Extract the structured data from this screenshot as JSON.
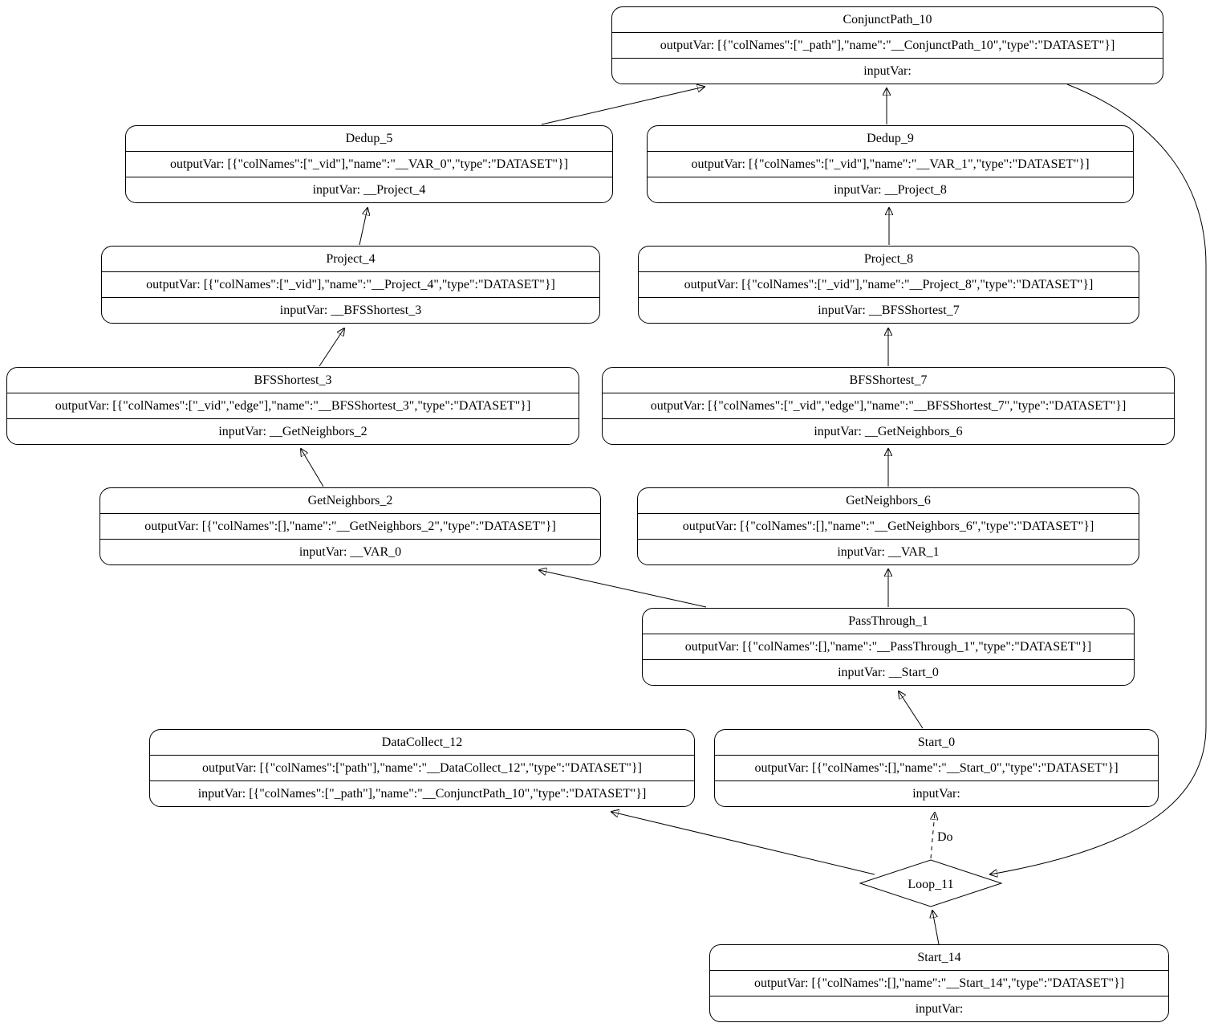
{
  "nodes": [
    {
      "title": "ConjunctPath_10",
      "output": "outputVar: [{\"colNames\":[\"_path\"],\"name\":\"__ConjunctPath_10\",\"type\":\"DATASET\"}]",
      "input": "inputVar:"
    },
    {
      "title": "Dedup_5",
      "output": "outputVar: [{\"colNames\":[\"_vid\"],\"name\":\"__VAR_0\",\"type\":\"DATASET\"}]",
      "input": "inputVar: __Project_4"
    },
    {
      "title": "Dedup_9",
      "output": "outputVar: [{\"colNames\":[\"_vid\"],\"name\":\"__VAR_1\",\"type\":\"DATASET\"}]",
      "input": "inputVar: __Project_8"
    },
    {
      "title": "Project_4",
      "output": "outputVar: [{\"colNames\":[\"_vid\"],\"name\":\"__Project_4\",\"type\":\"DATASET\"}]",
      "input": "inputVar: __BFSShortest_3"
    },
    {
      "title": "Project_8",
      "output": "outputVar: [{\"colNames\":[\"_vid\"],\"name\":\"__Project_8\",\"type\":\"DATASET\"}]",
      "input": "inputVar: __BFSShortest_7"
    },
    {
      "title": "BFSShortest_3",
      "output": "outputVar: [{\"colNames\":[\"_vid\",\"edge\"],\"name\":\"__BFSShortest_3\",\"type\":\"DATASET\"}]",
      "input": "inputVar: __GetNeighbors_2"
    },
    {
      "title": "BFSShortest_7",
      "output": "outputVar: [{\"colNames\":[\"_vid\",\"edge\"],\"name\":\"__BFSShortest_7\",\"type\":\"DATASET\"}]",
      "input": "inputVar: __GetNeighbors_6"
    },
    {
      "title": "GetNeighbors_2",
      "output": "outputVar: [{\"colNames\":[],\"name\":\"__GetNeighbors_2\",\"type\":\"DATASET\"}]",
      "input": "inputVar: __VAR_0"
    },
    {
      "title": "GetNeighbors_6",
      "output": "outputVar: [{\"colNames\":[],\"name\":\"__GetNeighbors_6\",\"type\":\"DATASET\"}]",
      "input": "inputVar: __VAR_1"
    },
    {
      "title": "PassThrough_1",
      "output": "outputVar: [{\"colNames\":[],\"name\":\"__PassThrough_1\",\"type\":\"DATASET\"}]",
      "input": "inputVar: __Start_0"
    },
    {
      "title": "DataCollect_12",
      "output": "outputVar: [{\"colNames\":[\"path\"],\"name\":\"__DataCollect_12\",\"type\":\"DATASET\"}]",
      "input": "inputVar: [{\"colNames\":[\"_path\"],\"name\":\"__ConjunctPath_10\",\"type\":\"DATASET\"}]"
    },
    {
      "title": "Start_0",
      "output": "outputVar: [{\"colNames\":[],\"name\":\"__Start_0\",\"type\":\"DATASET\"}]",
      "input": "inputVar:"
    },
    {
      "title": "Start_14",
      "output": "outputVar: [{\"colNames\":[],\"name\":\"__Start_14\",\"type\":\"DATASET\"}]",
      "input": "inputVar:"
    }
  ],
  "loop": {
    "label": "Loop_11"
  },
  "edge_labels": {
    "do_label": "Do"
  },
  "colors": {
    "stroke": "#000000",
    "node_fill": "#ffffff",
    "text": "#000000"
  }
}
